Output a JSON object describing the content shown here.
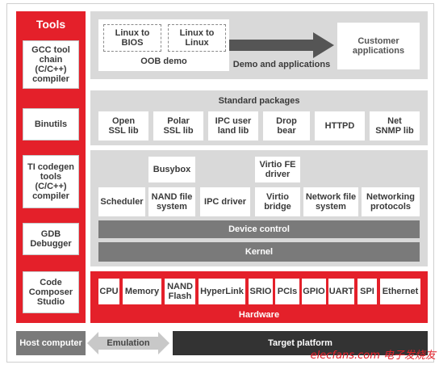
{
  "tools": {
    "title": "Tools",
    "items": [
      "GCC tool\nchain\n(C/C++)\ncompiler",
      "Binutils",
      "TI codegen\ntools\n(C/C++)\ncompiler",
      "GDB\nDebugger",
      "Code\nComposer\nStudio"
    ]
  },
  "oob": {
    "linux_to_bios": "Linux to\nBIOS",
    "linux_to_linux": "Linux to\nLinux",
    "label": "OOB demo",
    "demo_label": "Demo and applications",
    "customer": "Customer\napplications"
  },
  "standard": {
    "title": "Standard packages",
    "items": [
      "Open\nSSL lib",
      "Polar\nSSL lib",
      "IPC user\nland lib",
      "Drop\nbear",
      "HTTPD",
      "Net\nSNMP lib"
    ]
  },
  "kernel_area": {
    "busybox": "Busybox",
    "virtio_fe": "Virtio FE\ndriver",
    "scheduler": "Scheduler",
    "nand_fs": "NAND file\nsystem",
    "ipc_driver": "IPC driver",
    "virtio_bridge": "Virtio\nbridge",
    "network_fs": "Network file\nsystem",
    "networking": "Networking\nprotocols",
    "device_control": "Device control",
    "kernel": "Kernel"
  },
  "hardware": {
    "label": "Hardware",
    "items": [
      "CPU",
      "Memory",
      "NAND\nFlash",
      "HyperLink",
      "SRIO",
      "PCIs",
      "GPIO",
      "UART",
      "SPI",
      "Ethernet"
    ]
  },
  "bottom": {
    "host": "Host computer",
    "emulation": "Emulation",
    "target": "Target platform"
  },
  "watermark": "elecfans.com 电子发烧友",
  "colors": {
    "red": "#e4202a",
    "grey_panel": "#d9d9d9",
    "dark_bar": "#7a7a7a",
    "target_bar": "#333333"
  }
}
